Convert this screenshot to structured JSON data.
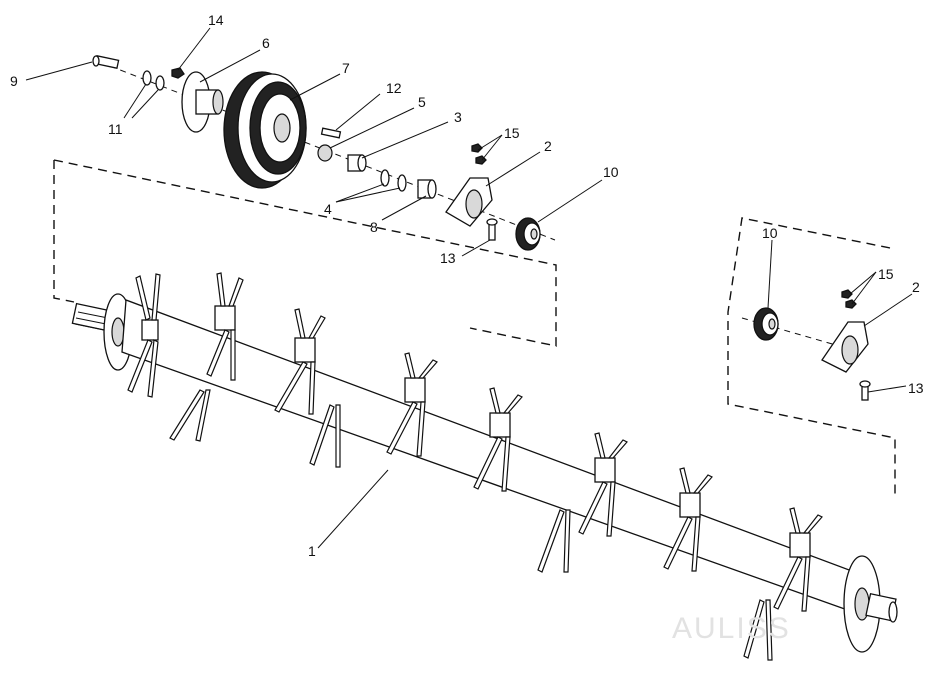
{
  "diagram": {
    "callouts": {
      "c1": "1",
      "c2a": "2",
      "c2b": "2",
      "c3": "3",
      "c4": "4",
      "c5": "5",
      "c6": "6",
      "c7": "7",
      "c8": "8",
      "c9": "9",
      "c10a": "10",
      "c10b": "10",
      "c11": "11",
      "c12": "12",
      "c13a": "13",
      "c13b": "13",
      "c14": "14",
      "c15a": "15",
      "c15b": "15"
    },
    "watermark": "AULISS"
  }
}
